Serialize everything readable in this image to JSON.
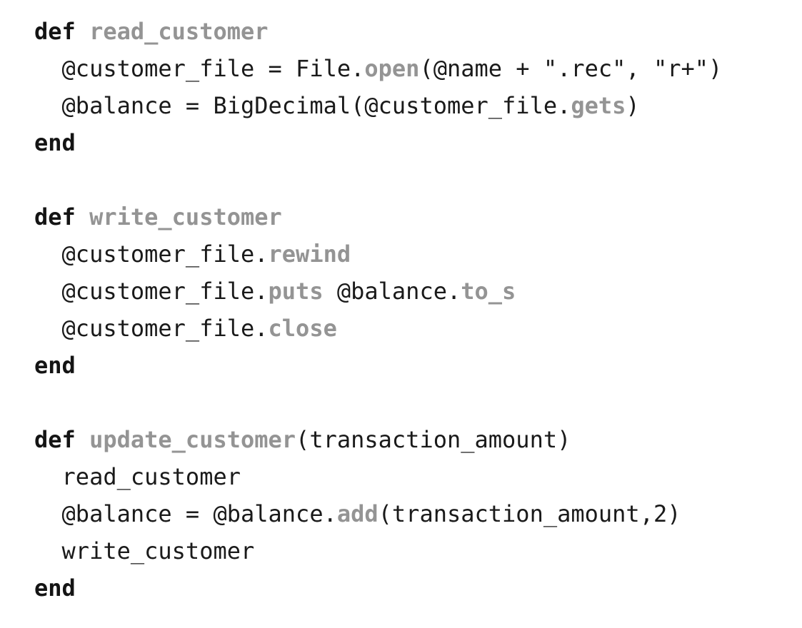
{
  "page": {
    "background": "#ffffff"
  },
  "colors": {
    "keyword": "#141414",
    "plain": "#1a1a1a",
    "method": "#949494"
  },
  "code": {
    "language": "ruby",
    "lines": [
      {
        "segments": [
          {
            "text": "def",
            "style": "keyword"
          },
          {
            "text": " ",
            "style": "plain"
          },
          {
            "text": "read_customer",
            "style": "method"
          }
        ]
      },
      {
        "segments": [
          {
            "text": "  @customer_file = File.",
            "style": "plain"
          },
          {
            "text": "open",
            "style": "method"
          },
          {
            "text": "(@name + \".rec\", \"r+\")",
            "style": "plain"
          }
        ]
      },
      {
        "segments": [
          {
            "text": "  @balance = BigDecimal(@customer_file.",
            "style": "plain"
          },
          {
            "text": "gets",
            "style": "method"
          },
          {
            "text": ")",
            "style": "plain"
          }
        ]
      },
      {
        "segments": [
          {
            "text": "end",
            "style": "keyword"
          }
        ]
      },
      {
        "segments": []
      },
      {
        "segments": [
          {
            "text": "def",
            "style": "keyword"
          },
          {
            "text": " ",
            "style": "plain"
          },
          {
            "text": "write_customer",
            "style": "method"
          }
        ]
      },
      {
        "segments": [
          {
            "text": "  @customer_file.",
            "style": "plain"
          },
          {
            "text": "rewind",
            "style": "method"
          }
        ]
      },
      {
        "segments": [
          {
            "text": "  @customer_file.",
            "style": "plain"
          },
          {
            "text": "puts",
            "style": "method"
          },
          {
            "text": " @balance.",
            "style": "plain"
          },
          {
            "text": "to_s",
            "style": "method"
          }
        ]
      },
      {
        "segments": [
          {
            "text": "  @customer_file.",
            "style": "plain"
          },
          {
            "text": "close",
            "style": "method"
          }
        ]
      },
      {
        "segments": [
          {
            "text": "end",
            "style": "keyword"
          }
        ]
      },
      {
        "segments": []
      },
      {
        "segments": [
          {
            "text": "def",
            "style": "keyword"
          },
          {
            "text": " ",
            "style": "plain"
          },
          {
            "text": "update_customer",
            "style": "method"
          },
          {
            "text": "(transaction_amount)",
            "style": "plain"
          }
        ]
      },
      {
        "segments": [
          {
            "text": "  read_customer",
            "style": "plain"
          }
        ]
      },
      {
        "segments": [
          {
            "text": "  @balance = @balance.",
            "style": "plain"
          },
          {
            "text": "add",
            "style": "method"
          },
          {
            "text": "(transaction_amount,2)",
            "style": "plain"
          }
        ]
      },
      {
        "segments": [
          {
            "text": "  write_customer",
            "style": "plain"
          }
        ]
      },
      {
        "segments": [
          {
            "text": "end",
            "style": "keyword"
          }
        ]
      }
    ]
  }
}
